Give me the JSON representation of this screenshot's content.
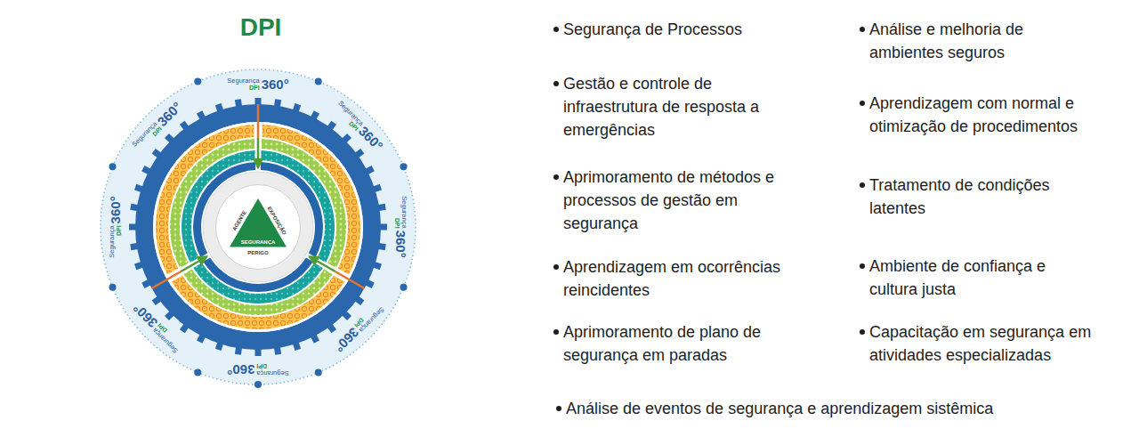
{
  "diagram": {
    "title": "DPI",
    "nodes": [
      {
        "text": [
          "AGENTE",
          "EXPOSIÇÃO",
          "PERIGO"
        ]
      },
      {
        "text": [
          "SEGURANÇA"
        ],
        "in": 0
      }
    ],
    "labels": [
      "Segurança",
      "DPI",
      "360°",
      "Segurança",
      "DPI",
      "360°",
      "Segurança",
      "DPI",
      "360°",
      "Segurança",
      "DPI",
      "360°",
      "Segurança",
      "DPI",
      "360°",
      "Segurança",
      "DPI",
      "360°",
      "Segurança",
      "DPI",
      "360°",
      "Segurança",
      "DPI",
      "360°",
      "Segurança de Processos",
      "Gestão e controle de infraestrutura de resposta a emergências",
      "Aprimoramento de métodos e processos de gestão em segurança",
      "Aprendizagem em ocorrências reincidentes",
      "Aprimoramento de plano de segurança em paradas",
      "Análise e melhoria de ambientes seguros",
      "Aprendizagem com normal e otimização de procedimentos",
      "Tratamento de condições latentes",
      "Ambiente de confiança e cultura justa",
      "Capacitação em segurança em atividades especializadas",
      "Análise de eventos de segurança e aprendizagem sistêmica"
    ]
  }
}
